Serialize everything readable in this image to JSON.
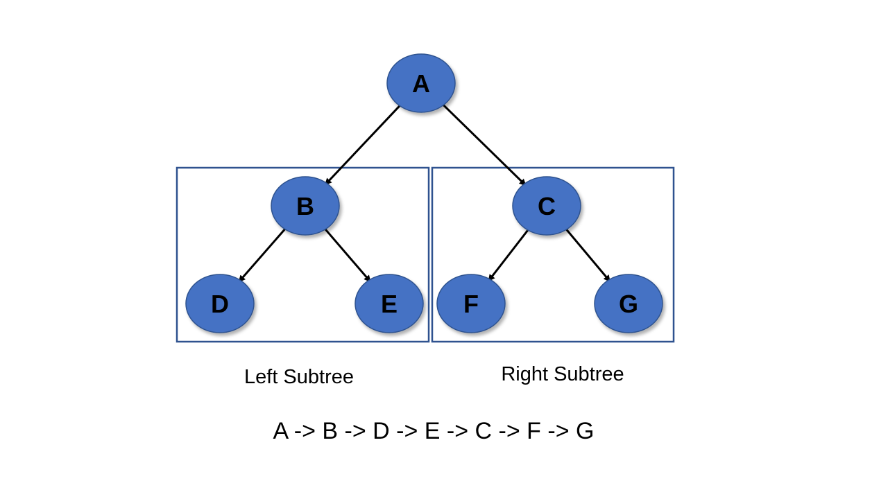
{
  "colors": {
    "node_fill": "#4472c4",
    "node_stroke": "#2f528f",
    "box_stroke": "#2f528f",
    "edge": "#000000",
    "text": "#000000"
  },
  "tree": {
    "nodes": [
      {
        "id": "A",
        "label": "A"
      },
      {
        "id": "B",
        "label": "B"
      },
      {
        "id": "C",
        "label": "C"
      },
      {
        "id": "D",
        "label": "D"
      },
      {
        "id": "E",
        "label": "E"
      },
      {
        "id": "F",
        "label": "F"
      },
      {
        "id": "G",
        "label": "G"
      }
    ],
    "edges": [
      {
        "from": "A",
        "to": "B"
      },
      {
        "from": "A",
        "to": "C"
      },
      {
        "from": "B",
        "to": "D"
      },
      {
        "from": "B",
        "to": "E"
      },
      {
        "from": "C",
        "to": "F"
      },
      {
        "from": "C",
        "to": "G"
      }
    ]
  },
  "labels": {
    "left_subtree": "Left Subtree",
    "right_subtree": "Right Subtree",
    "traversal": "A -> B -> D -> E -> C -> F -> G"
  }
}
